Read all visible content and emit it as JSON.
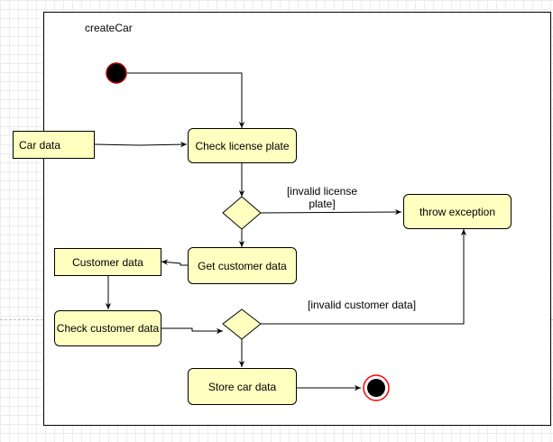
{
  "diagram": {
    "frame_title": "createCar",
    "nodes": {
      "check_license_plate": "Check license plate",
      "throw_exception": "throw exception",
      "get_customer_data": "Get customer data",
      "check_customer_data": "Check customer data",
      "store_car_data": "Store car data"
    },
    "objects": {
      "car_data": "Car data",
      "customer_data": "Customer data"
    },
    "guards": {
      "invalid_license_plate_line1": "[invalid license",
      "invalid_license_plate_line2": "plate]",
      "invalid_customer_data": "[invalid customer data]"
    },
    "colors": {
      "node_fill": "#ffffc0",
      "final_ring": "#ff0000",
      "initial_fill": "#000000"
    }
  }
}
